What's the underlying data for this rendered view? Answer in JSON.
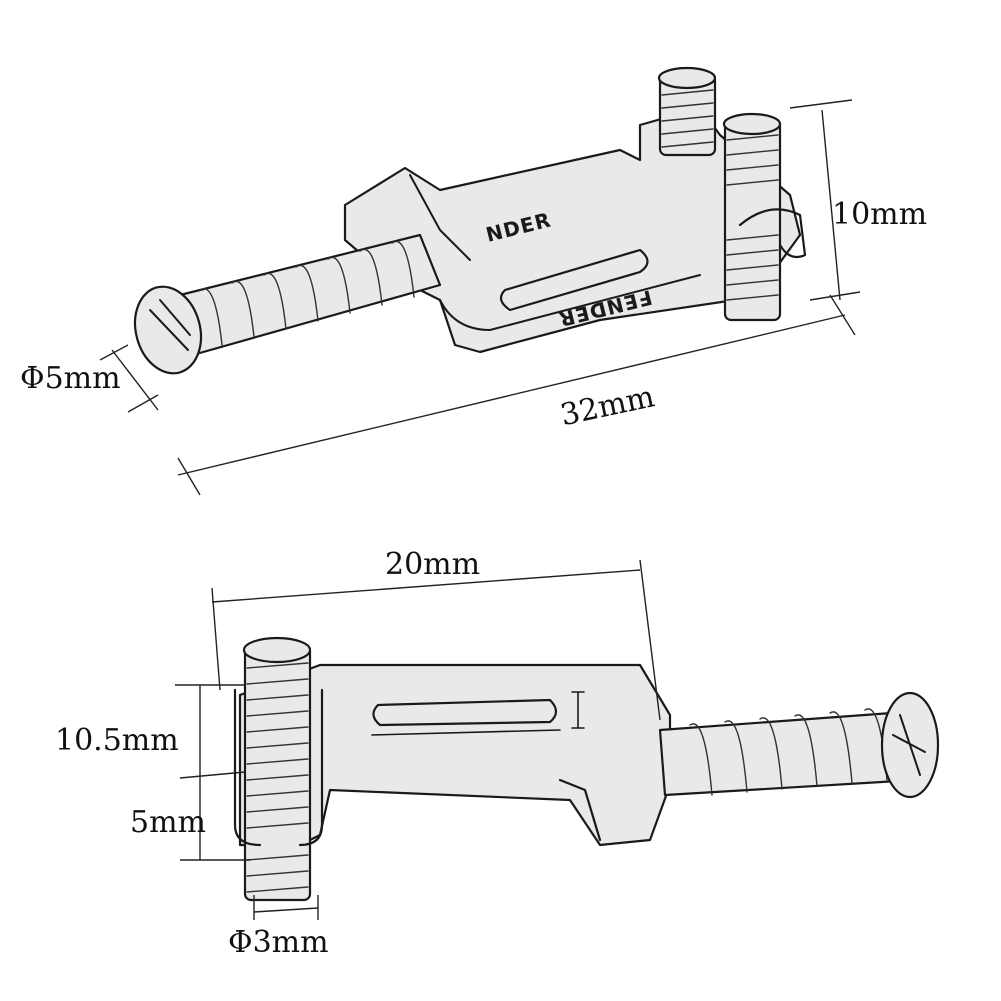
{
  "dimensions": {
    "top_view": {
      "screw_diameter": "Φ5mm",
      "overall_length": "32mm",
      "height": "10mm"
    },
    "bottom_view": {
      "plate_width": "20mm",
      "upper_height": "10.5mm",
      "lower_height": "5mm",
      "post_diameter": "Φ3mm"
    }
  },
  "stamps": {
    "upper": "NDER",
    "lower": "FENDER"
  }
}
